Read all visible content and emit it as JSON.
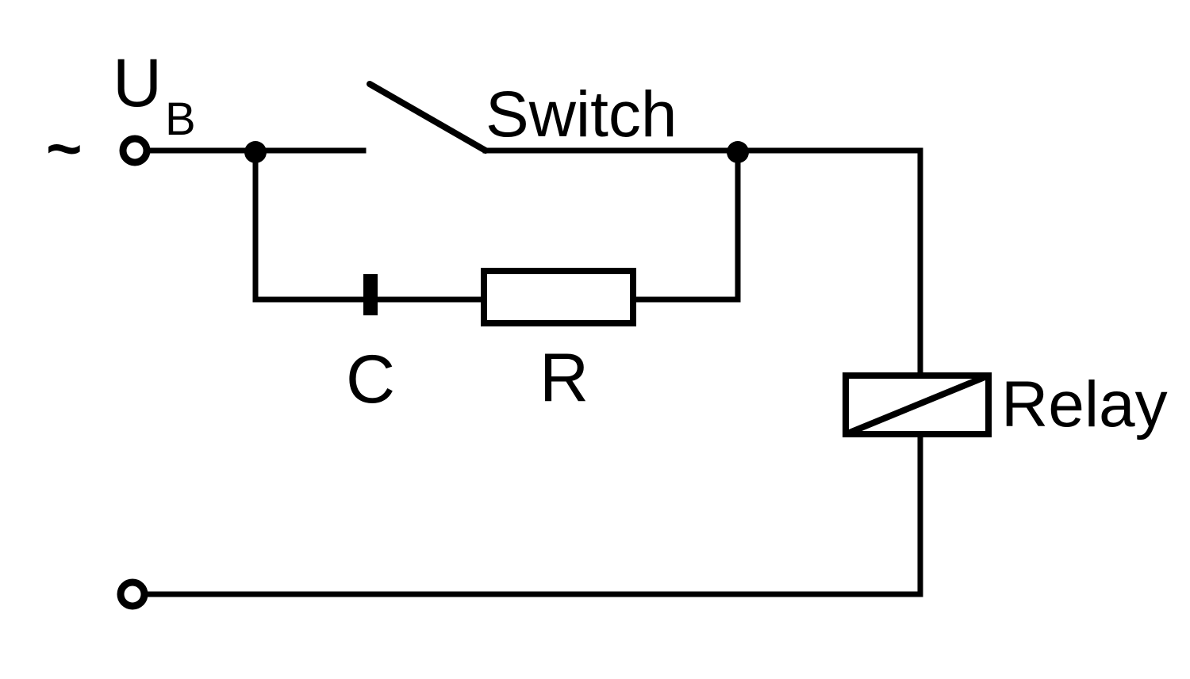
{
  "labels": {
    "supply": "U",
    "supply_subscript": "B",
    "ac_symbol": "~",
    "switch": "Switch",
    "capacitor": "C",
    "resistor": "R",
    "relay": "Relay"
  },
  "colors": {
    "line": "#000000",
    "background": "#ffffff"
  }
}
